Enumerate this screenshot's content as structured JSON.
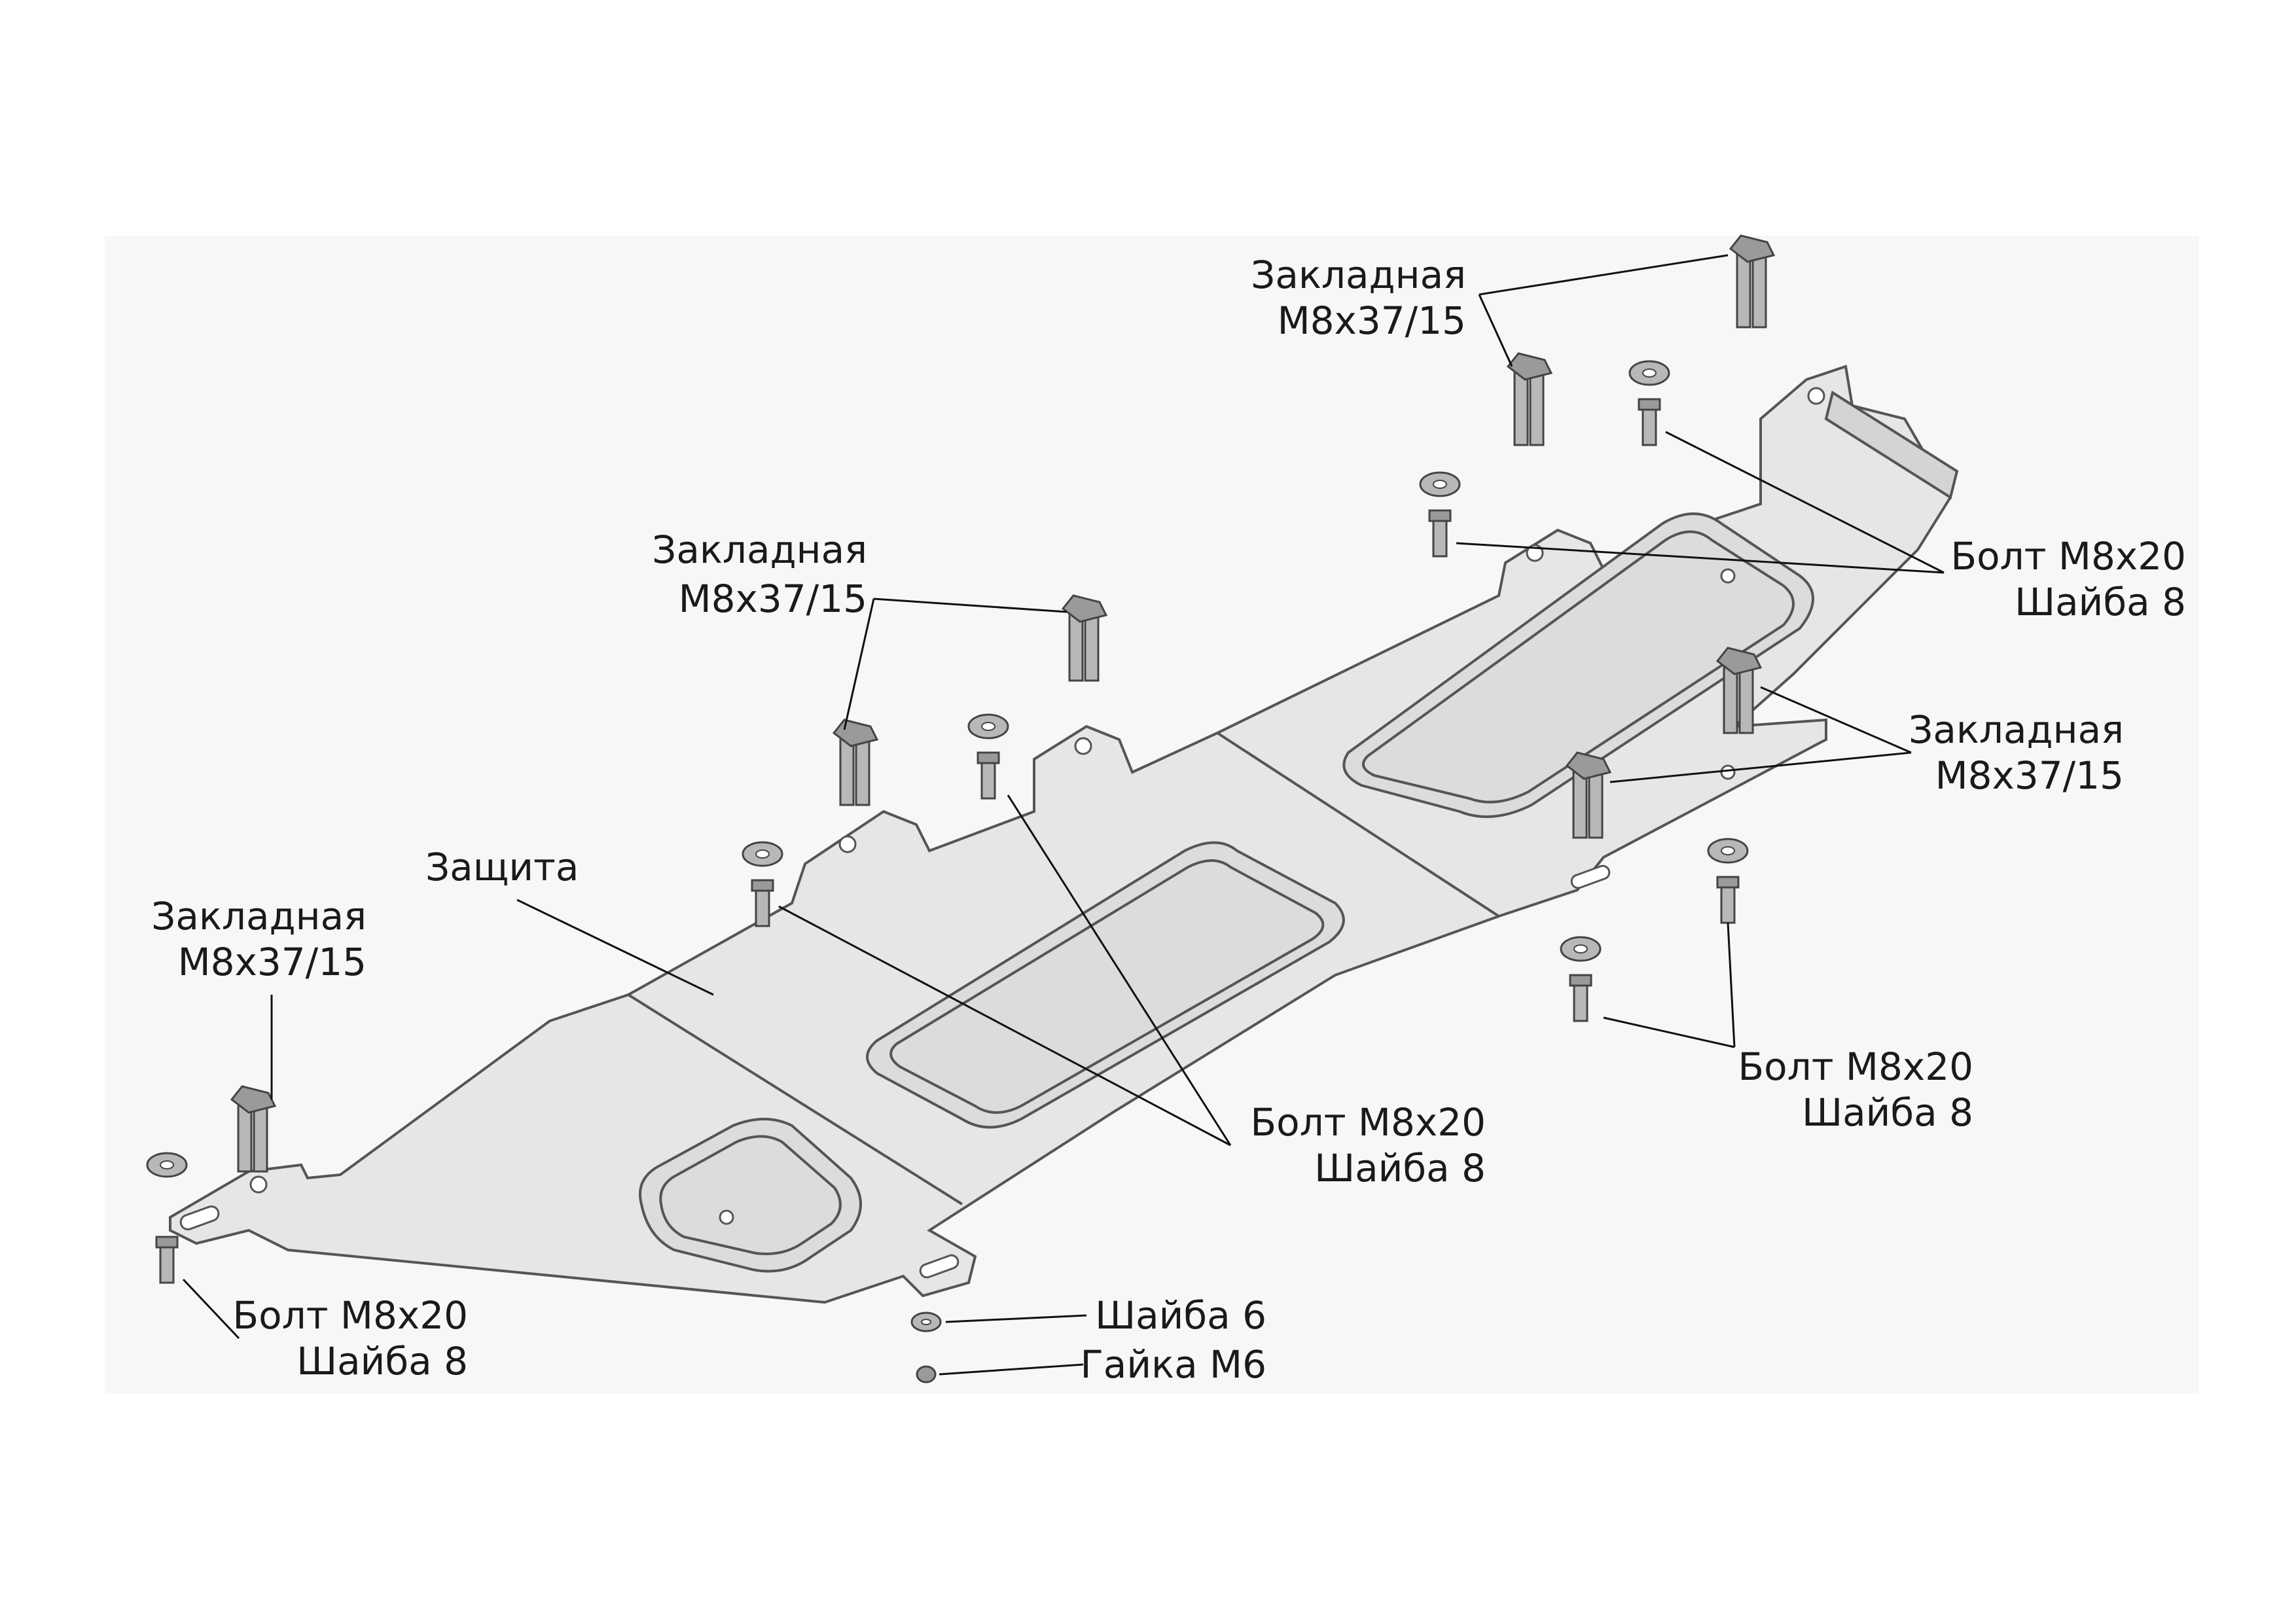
{
  "callouts": {
    "insert_top": {
      "line1": "Закладная",
      "line2": "М8х37/15"
    },
    "insert_mid": {
      "line1": "Закладная",
      "line2": "М8х37/15"
    },
    "insert_right": {
      "line1": "Закладная",
      "line2": "М8х37/15"
    },
    "insert_left": {
      "line1": "Закладная",
      "line2": "М8х37/15"
    },
    "guard": {
      "line1": "Защита"
    },
    "bolt_right_top": {
      "line1": "Болт М8х20",
      "line2": "Шайба 8"
    },
    "bolt_center": {
      "line1": "Болт М8х20",
      "line2": "Шайба 8"
    },
    "bolt_right_bottom": {
      "line1": "Болт М8х20",
      "line2": "Шайба 8"
    },
    "bolt_left": {
      "line1": "Болт М8х20",
      "line2": "Шайба 8"
    },
    "washer6": {
      "line1": "Шайба 6"
    },
    "nut6": {
      "line1": "Гайка М6"
    }
  },
  "colors": {
    "plate_fill": "#e6e6e6",
    "plate_stroke": "#5a5a5a",
    "hardware_fill": "#b8b8b8",
    "background_panel": "#f7f7f7",
    "leader_line": "#111111"
  }
}
